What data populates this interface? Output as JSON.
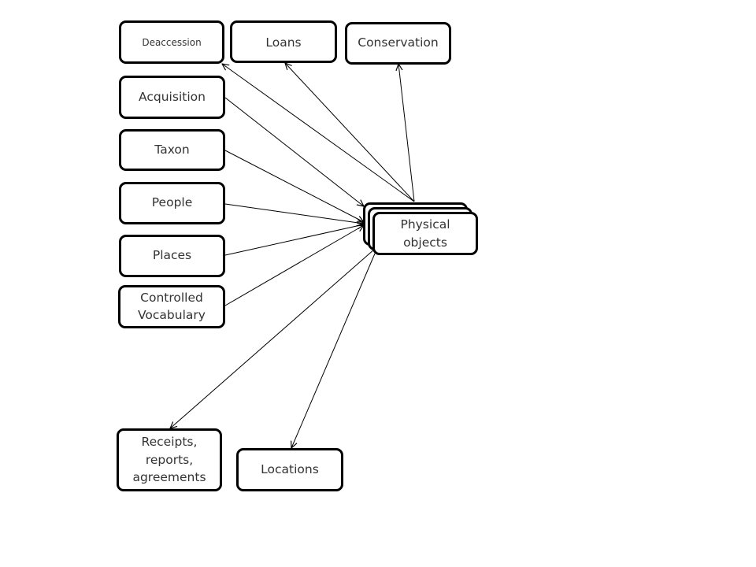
{
  "nodes": {
    "deaccession": "Deaccession",
    "loans": "Loans",
    "conservation": "Conservation",
    "acquisition": "Acquisition",
    "taxon": "Taxon",
    "people": "People",
    "places": "Places",
    "controlled_vocabulary": [
      "Controlled",
      "Vocabulary"
    ],
    "physical_objects": [
      "Physical",
      "objects"
    ],
    "receipts": [
      "Receipts,",
      "reports,",
      "agreements"
    ],
    "locations": "Locations"
  }
}
